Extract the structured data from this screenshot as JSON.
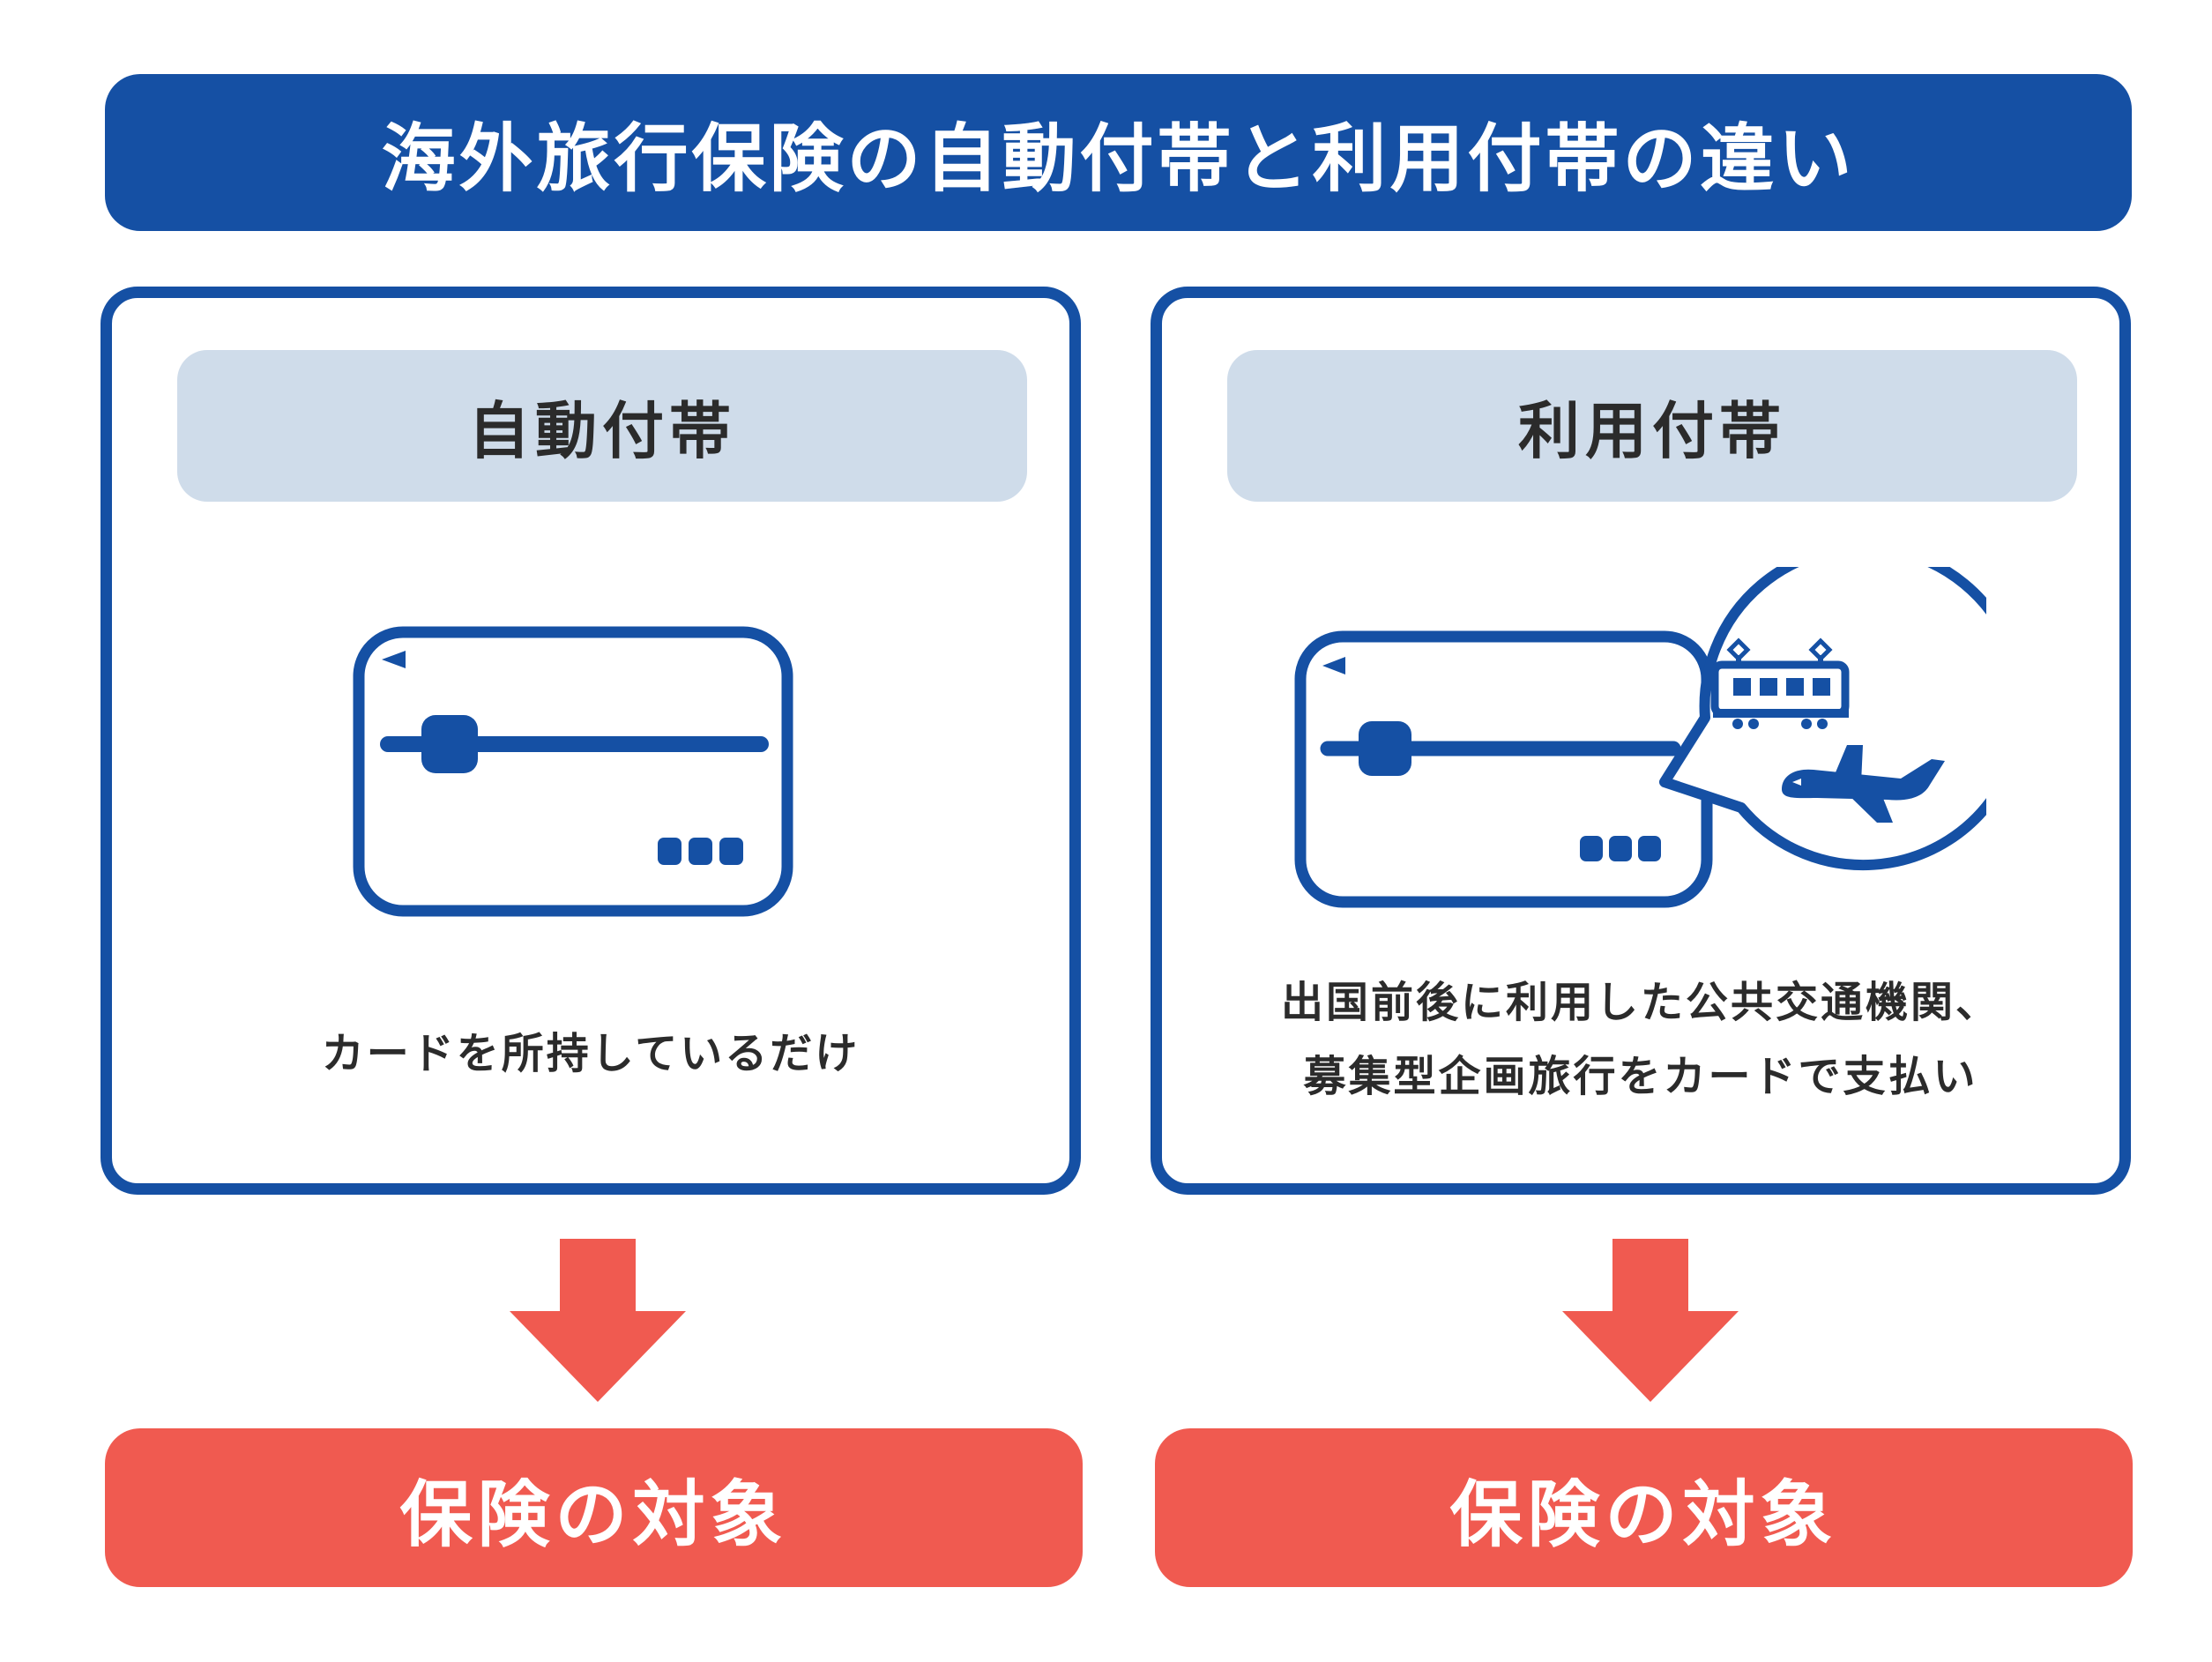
{
  "title": "海外旅行保険の自動付帯と利用付帯の違い",
  "colors": {
    "primary_blue": "#1550a4",
    "header_fill": "#cfdcea",
    "accent_red": "#f05a50",
    "text_dark": "#2b2b2b"
  },
  "panels": [
    {
      "heading": "自動付帯",
      "description_lines": [
        "カードを所持しているだけ"
      ],
      "icons": [
        "credit-card-icon"
      ],
      "result": "保険の対象"
    },
    {
      "heading": "利用付帯",
      "description_lines": [
        "出国前後に利用した公共交通機関、",
        "募集型企画旅行をカードで支払い"
      ],
      "icons": [
        "credit-card-icon",
        "speech-bubble-icon",
        "train-icon",
        "airplane-icon"
      ],
      "result": "保険の対象"
    }
  ]
}
